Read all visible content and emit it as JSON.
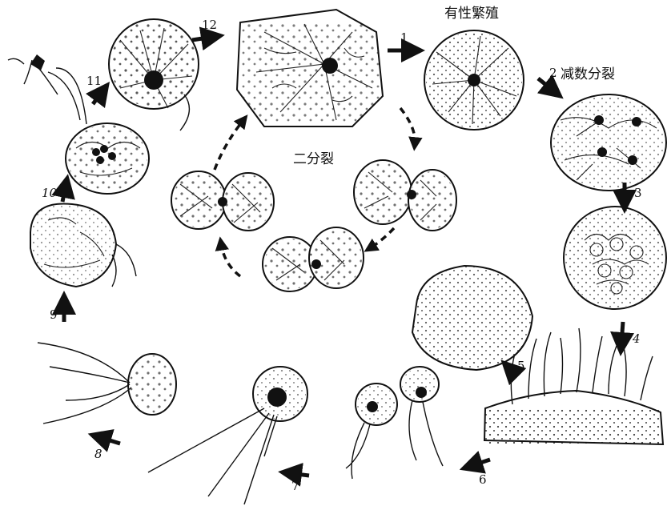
{
  "labels": {
    "sexual_reproduction": "有性繁殖",
    "meiosis": "减数分裂",
    "binary_fission": "二分裂"
  },
  "steps": [
    "1",
    "2",
    "3",
    "4",
    "5",
    "6",
    "7",
    "8",
    "9",
    "10",
    "11",
    "12"
  ]
}
